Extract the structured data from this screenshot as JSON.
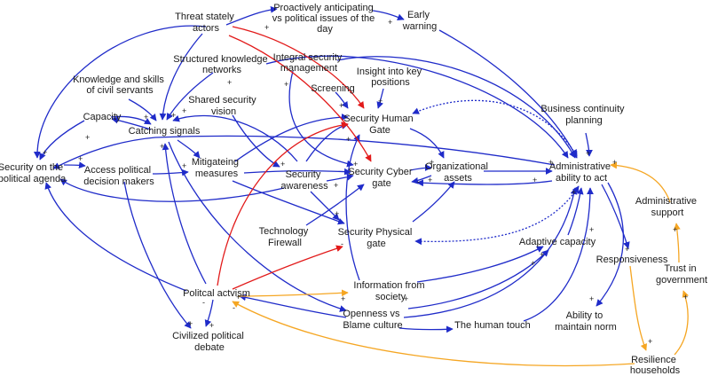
{
  "nodes": {
    "threat": [
      "Threat stately",
      "actors"
    ],
    "proactive": [
      "Proactively anticipating",
      "vs political issues of the",
      "day"
    ],
    "early": [
      "Early",
      "warning"
    ],
    "structured": [
      "Structured knowledge",
      "networks"
    ],
    "integral": [
      "Integral security",
      "management"
    ],
    "insight": [
      "Insight into key",
      "positions"
    ],
    "knowledge": [
      "Knowledge and skills",
      "of civil servants"
    ],
    "screening": [
      "Screening"
    ],
    "shared": [
      "Shared security",
      "vision"
    ],
    "capacity": [
      "Capacity"
    ],
    "catching": [
      "Catching signals"
    ],
    "human_gate": [
      "Security Human",
      "Gate"
    ],
    "bcp": [
      "Business continuity",
      "planning"
    ],
    "security_agenda": [
      "Security on the",
      "political agenda"
    ],
    "access": [
      "Access political",
      "decision makers"
    ],
    "mitigating": [
      "Mitigateing",
      "measures"
    ],
    "awareness": [
      "Security",
      "awareness"
    ],
    "cyber_gate": [
      "Security Cyber",
      "gate"
    ],
    "org_assets": [
      "Organizational",
      "assets"
    ],
    "admin_act": [
      "Administrative",
      "ability to act"
    ],
    "admin_support": [
      "Administrative",
      "support"
    ],
    "tech_firewall": [
      "Technology",
      "Firewall"
    ],
    "physical_gate": [
      "Security Physical",
      "gate"
    ],
    "adaptive": [
      "Adaptive capacity"
    ],
    "responsiveness": [
      "Responsiveness"
    ],
    "trust": [
      "Trust in",
      "government"
    ],
    "information": [
      "Information from",
      "society"
    ],
    "political_activism": [
      "Politcal actvism"
    ],
    "openness": [
      "Openness vs",
      "Blame culture"
    ],
    "human_touch": [
      "The human touch"
    ],
    "maintain_norm": [
      "Ability to",
      "maintain norm"
    ],
    "civilized": [
      "Civilized political",
      "debate"
    ],
    "resilience": [
      "Resilience",
      "households"
    ]
  },
  "signs": {
    "plus": "+",
    "minus": "-"
  },
  "colors": {
    "blue": "#1f2bc9",
    "red": "#e21a1a",
    "orange": "#f5a623"
  }
}
